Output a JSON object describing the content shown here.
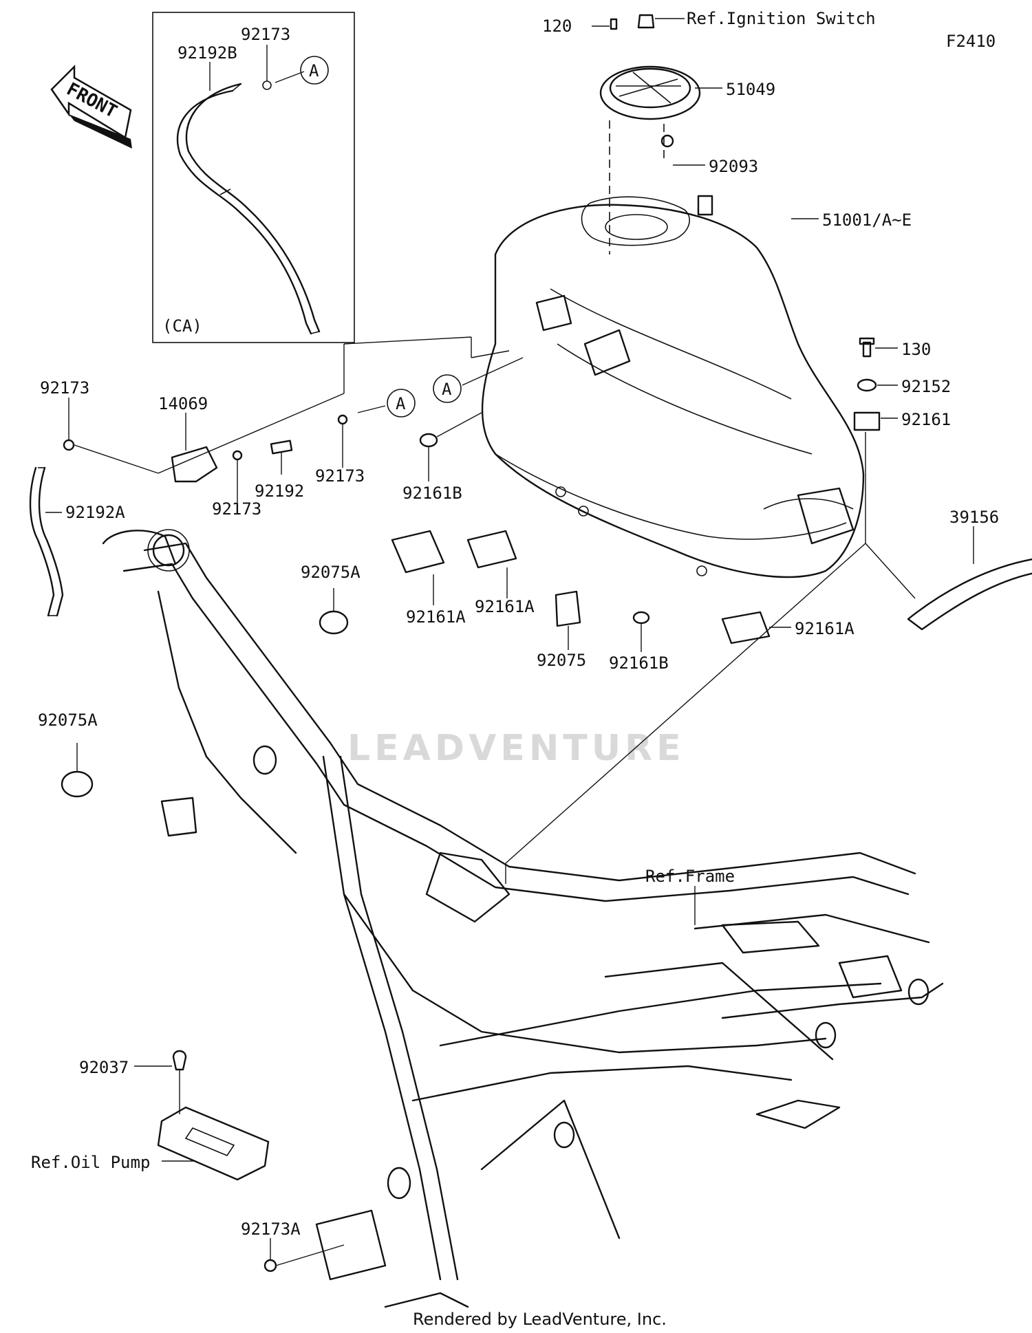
{
  "diagram_code": "F2410",
  "front_arrow_text": "FRONT",
  "watermark": "LEADVENTURE",
  "footer": "Rendered by LeadVenture, Inc.",
  "inset": {
    "variant": "(CA)",
    "labels": {
      "hose": "92192B",
      "clip": "92173",
      "ref": "A"
    }
  },
  "labels": {
    "p120": "120",
    "ignition": "Ref.Ignition Switch",
    "p51049": "51049",
    "p92093": "92093",
    "tank": "51001/A~E",
    "p130": "130",
    "p92152": "92152",
    "p92161": "92161",
    "p39156": "39156",
    "p92173_left": "92173",
    "p14069": "14069",
    "ref_a_mid": "A",
    "ref_a_tank": "A",
    "p92173_mid": "92173",
    "p92192": "92192",
    "p92173_low": "92173",
    "p92192A": "92192A",
    "p92161B_left": "92161B",
    "p92075A_top": "92075A",
    "p92161A_1": "92161A",
    "p92161A_2": "92161A",
    "p92075": "92075",
    "p92161B_right": "92161B",
    "p92161A_3": "92161A",
    "p92075A_left": "92075A",
    "ref_frame": "Ref.Frame",
    "p92037": "92037",
    "ref_oil_pump": "Ref.Oil Pump",
    "p92173A": "92173A"
  }
}
